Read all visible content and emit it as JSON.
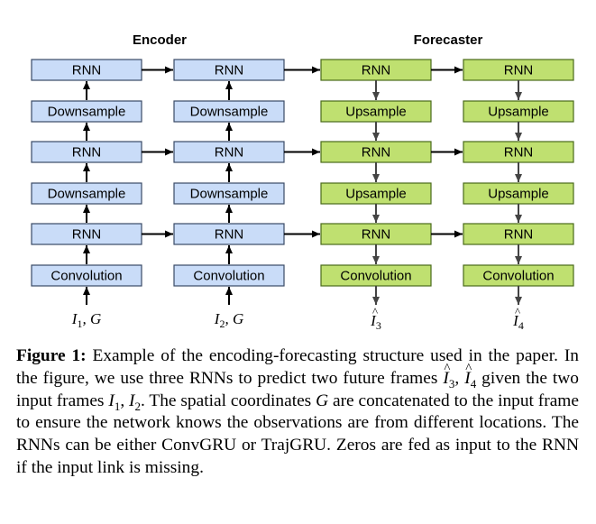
{
  "encoder": {
    "title": "Encoder",
    "box_fill": "#c9dcf8",
    "columns": [
      {
        "boxes": [
          "RNN",
          "Downsample",
          "RNN",
          "Downsample",
          "RNN",
          "Convolution"
        ],
        "input": "I1, G"
      },
      {
        "boxes": [
          "RNN",
          "Downsample",
          "RNN",
          "Downsample",
          "RNN",
          "Convolution"
        ],
        "input": "I2, G"
      }
    ]
  },
  "forecaster": {
    "title": "Forecaster",
    "box_fill": "#bfe070",
    "columns": [
      {
        "boxes": [
          "RNN",
          "Upsample",
          "RNN",
          "Upsample",
          "RNN",
          "Convolution"
        ],
        "output": "Î3"
      },
      {
        "boxes": [
          "RNN",
          "Upsample",
          "RNN",
          "Upsample",
          "RNN",
          "Convolution"
        ],
        "output": "Î4"
      }
    ]
  },
  "caption": {
    "label": "Figure 1:",
    "p1": " Example of the encoding-forecasting structure used in the paper. In the figure, we use three RNNs to predict two future frames ",
    "v1": "I",
    "s1": "3",
    "comma1": ", ",
    "v2": "I",
    "s2": "4",
    "p2": " given the two input frames ",
    "v3": "I",
    "s3": "1",
    "comma2": ", ",
    "v4": "I",
    "s4": "2",
    "p3": ". The spatial coordinates ",
    "v5": "G",
    "p4": " are concatenated to the input frame to ensure the network knows the observations are from different locations. The RNNs can be either ConvGRU or TrajGRU. Zeros are fed as input to the RNN if the input link is missing."
  }
}
